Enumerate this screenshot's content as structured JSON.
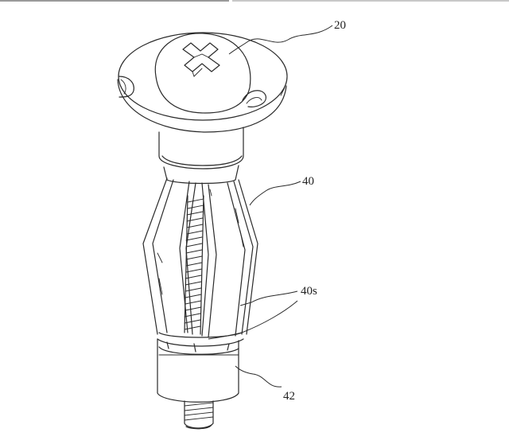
{
  "labels": {
    "screw_head": "20",
    "sleeve": "40",
    "slot": "40s",
    "bottom_nut": "42"
  }
}
